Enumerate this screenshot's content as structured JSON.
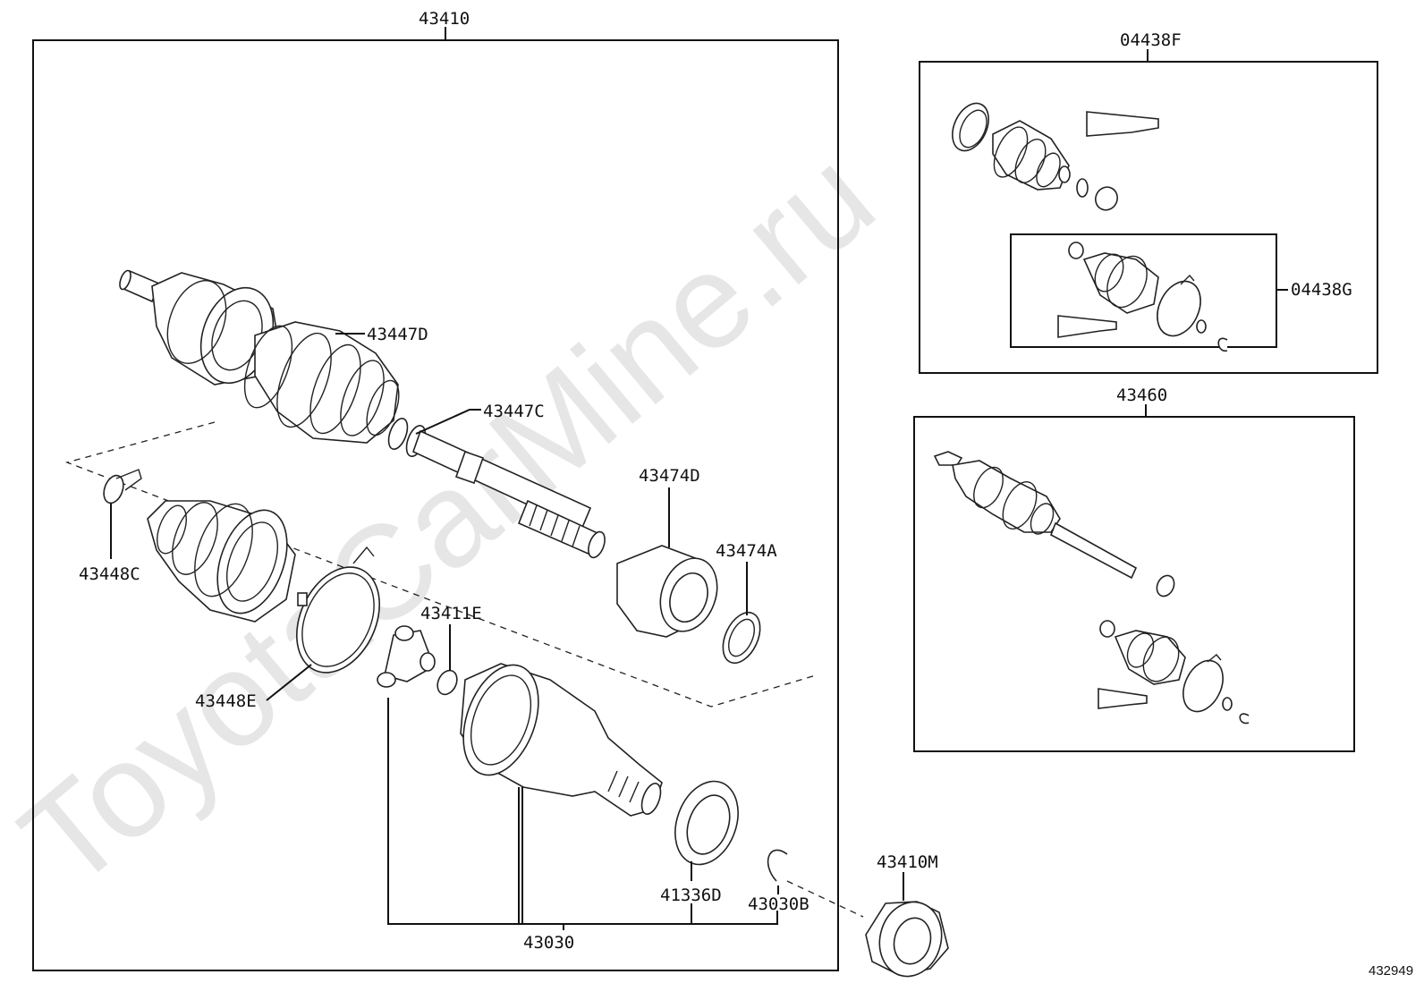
{
  "watermark": "ToyotaCarMine.ru",
  "figure_id": "432949",
  "callouts": {
    "p43410": "43410",
    "p43447D": "43447D",
    "p43447C": "43447C",
    "p43474D": "43474D",
    "p43474A": "43474A",
    "p43448C": "43448C",
    "p43411E": "43411E",
    "p43448E": "43448E",
    "p41336D": "41336D",
    "p43030B": "43030B",
    "p43030": "43030",
    "p43410M": "43410M",
    "p04438F": "04438F",
    "p04438G": "04438G",
    "p43460": "43460"
  }
}
